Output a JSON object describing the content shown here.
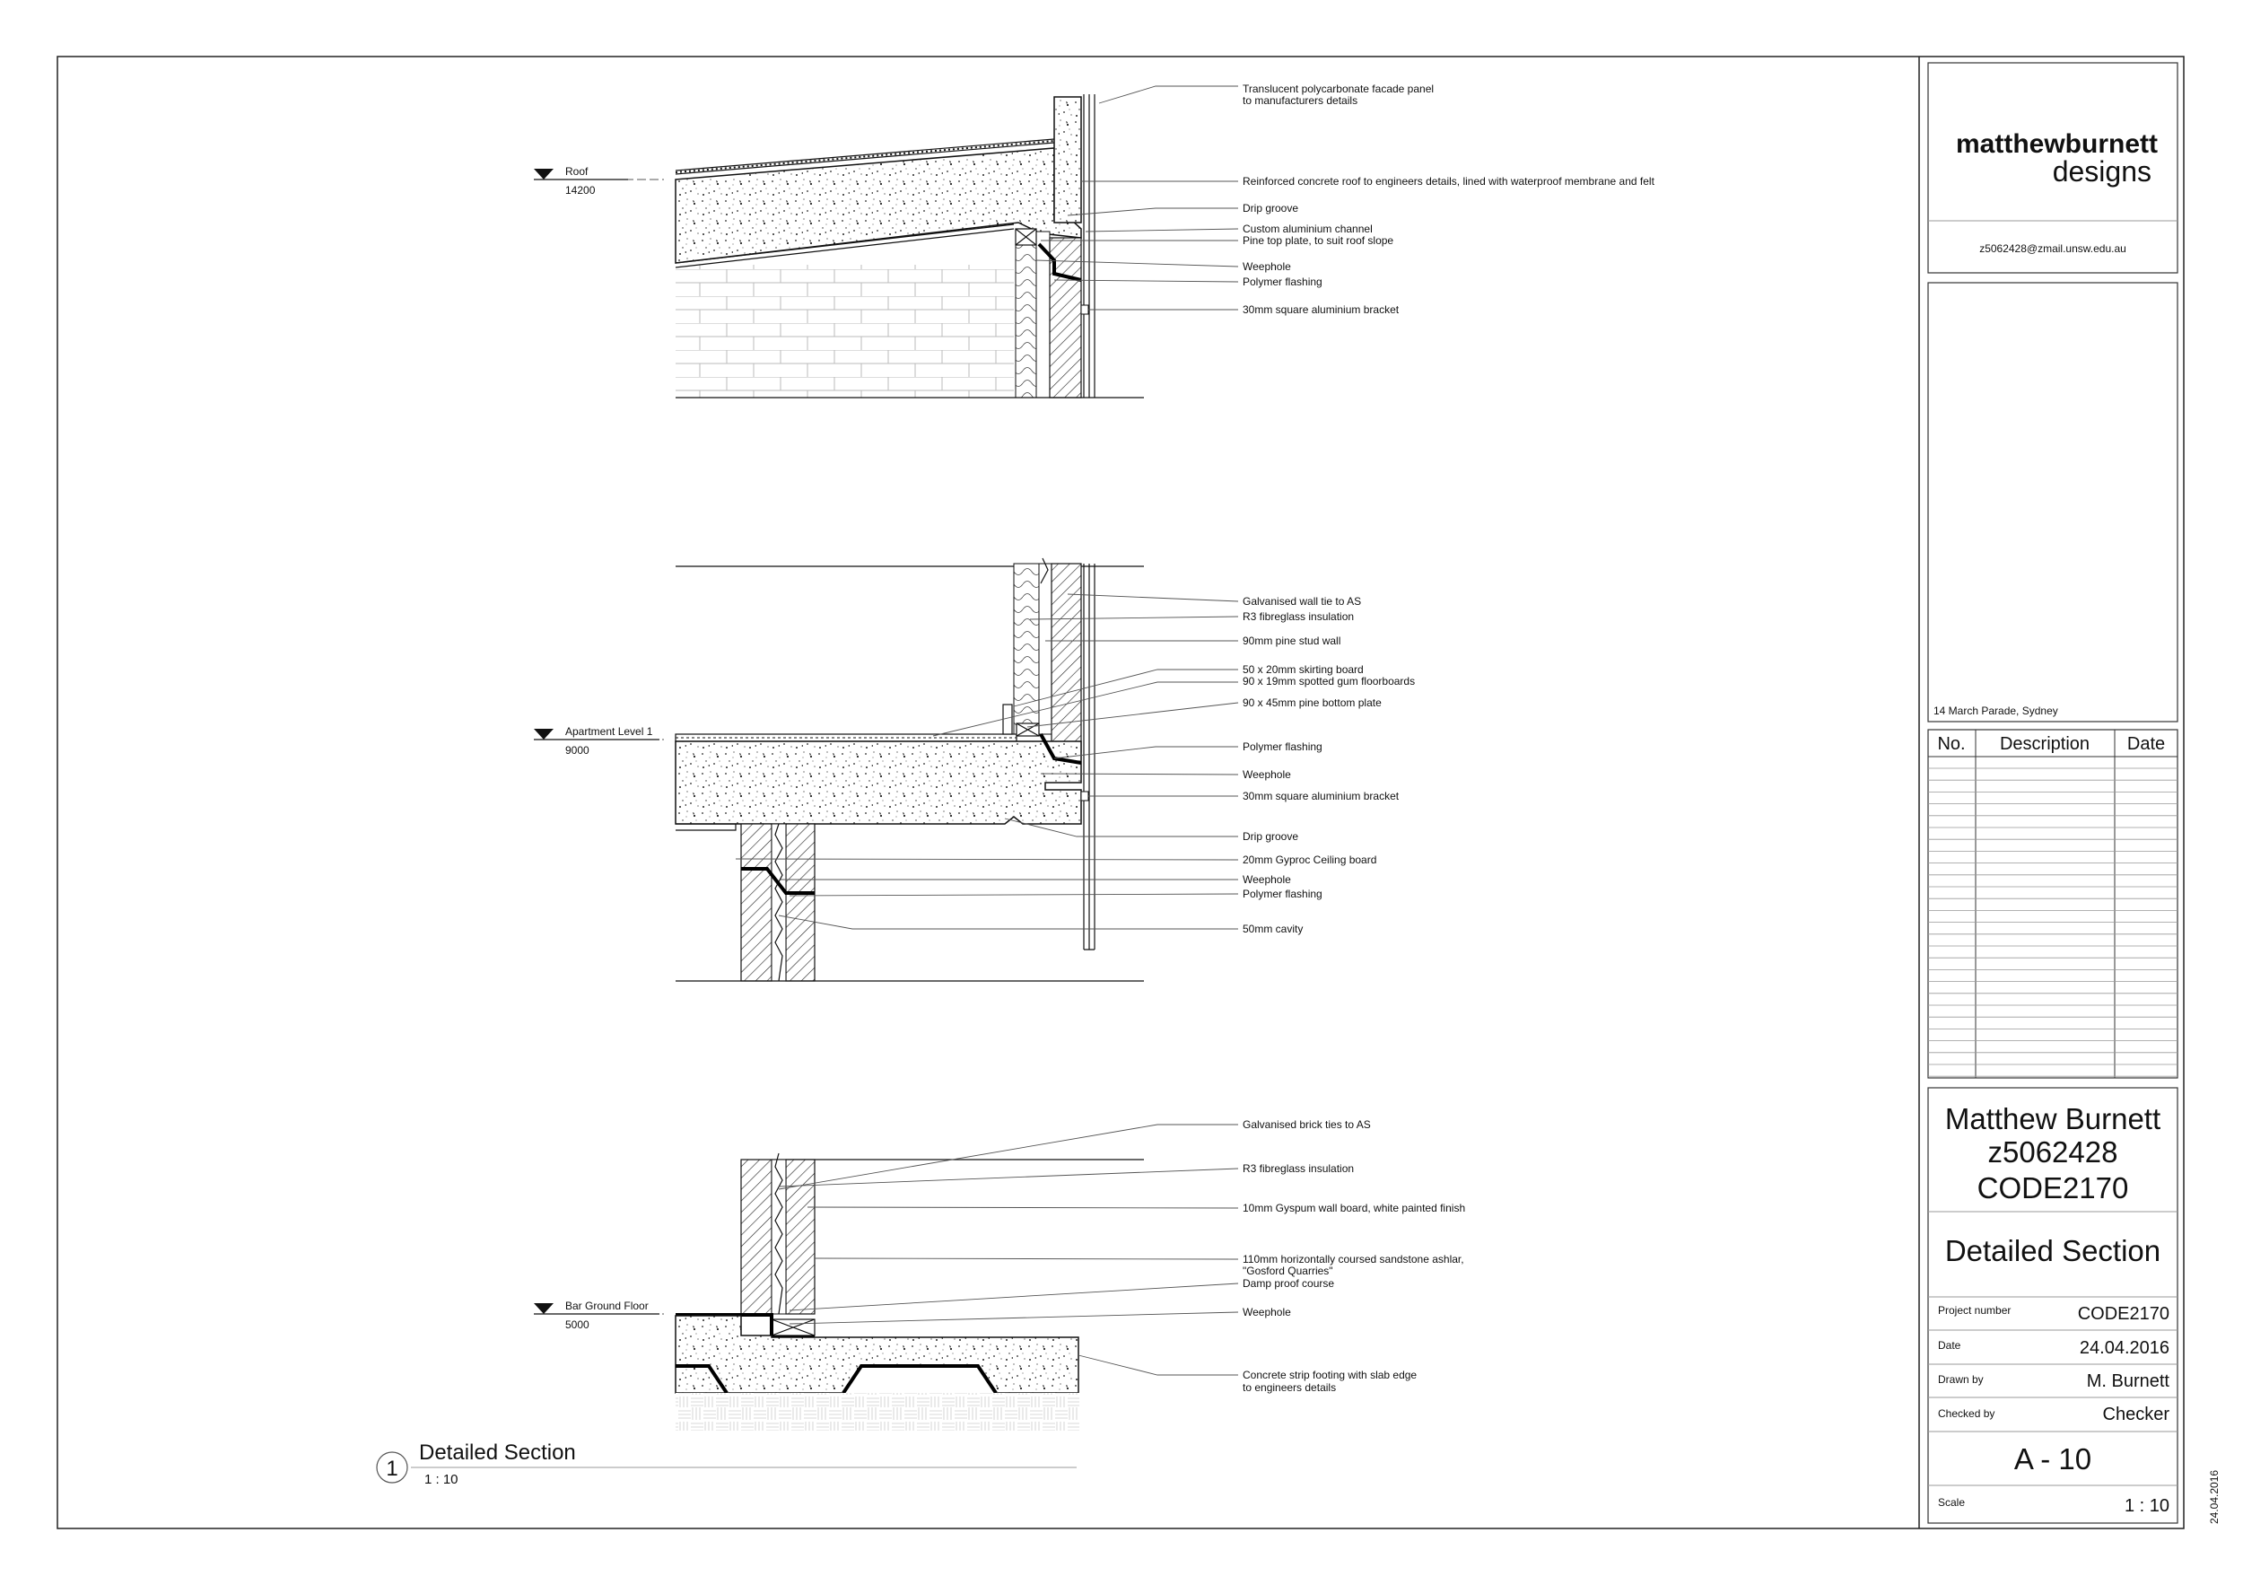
{
  "drawing": {
    "levels": [
      {
        "name": "Roof",
        "elevation": "14200"
      },
      {
        "name": "Apartment Level 1",
        "elevation": "9000"
      },
      {
        "name": "Bar Ground Floor",
        "elevation": "5000"
      }
    ],
    "notes_roof": [
      "Translucent polycarbonate facade panel",
      "to manufacturers details",
      "Reinforced concrete roof to engineers details, lined with waterproof membrane and felt",
      "Drip groove",
      "Custom aluminium  channel",
      "Pine top plate, to suit roof slope",
      "Weephole",
      "Polymer flashing",
      "30mm square aluminium bracket"
    ],
    "notes_level1": [
      "Galvanised wall tie to AS",
      "R3 fibreglass insulation",
      "90mm pine stud wall",
      "50 x  20mm skirting board",
      "90 x 19mm spotted gum floorboards",
      "90 x 45mm pine bottom plate",
      "Polymer flashing",
      "Weephole",
      "30mm square aluminium bracket",
      "Drip groove",
      "20mm Gyproc Ceiling board",
      "Weephole",
      "Polymer flashing",
      "50mm cavity"
    ],
    "notes_ground": [
      "Galvanised brick ties to AS",
      "R3 fibreglass insulation",
      "10mm Gyspum wall board, white painted finish",
      "110mm horizontally coursed sandstone ashlar,",
      "\"Gosford Quarries\"",
      "Damp proof course",
      "Weephole",
      "Concrete strip footing with slab edge",
      "to engineers details"
    ],
    "view_number": "1",
    "view_title": "Detailed Section",
    "view_scale": "1 : 10"
  },
  "title_block": {
    "logo_line1": "matthewburnett",
    "logo_line2": "designs",
    "email": "z5062428@zmail.unsw.edu.au",
    "address": "14 March Parade, Sydney",
    "revision_headers": [
      "No.",
      "Description",
      "Date"
    ],
    "author_name": "Matthew Burnett",
    "student_id": "z5062428",
    "course": "CODE2170",
    "sheet_name": "Detailed Section",
    "fields": [
      {
        "label": "Project number",
        "value": "CODE2170"
      },
      {
        "label": "Date",
        "value": "24.04.2016"
      },
      {
        "label": "Drawn by",
        "value": "M. Burnett"
      },
      {
        "label": "Checked by",
        "value": "Checker"
      }
    ],
    "sheet_number": "A - 10",
    "scale_label": "Scale",
    "scale_value": "1 : 10",
    "side_date": "24.04.2016"
  }
}
